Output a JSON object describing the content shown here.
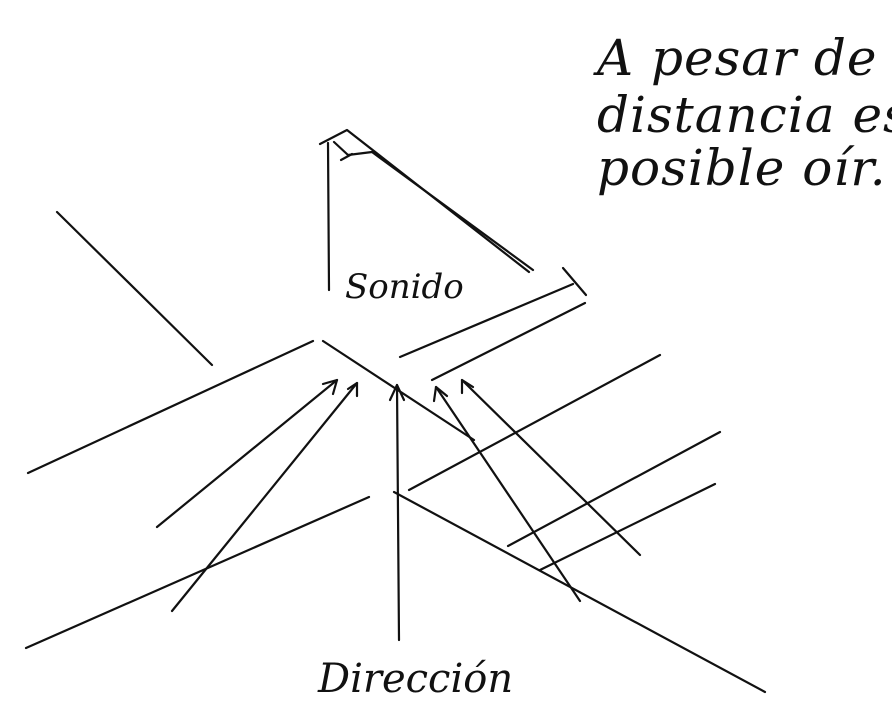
{
  "note": {
    "lines": [
      "A pesar de la",
      "distancia es",
      "posible oír."
    ]
  },
  "labels": {
    "sound": "Sonido",
    "direction": "Dirección"
  },
  "colors": {
    "ink": "#111111",
    "paper": "#ffffff"
  }
}
